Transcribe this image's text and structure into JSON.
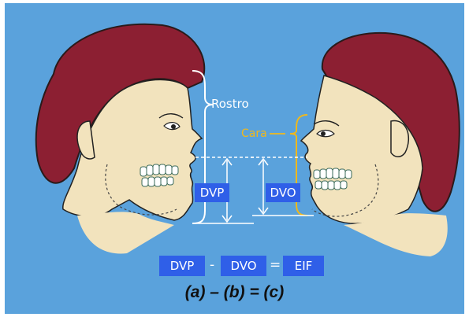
{
  "labels": {
    "rostro": "Rostro",
    "cara": "Cara",
    "dvp_measure": "DVP",
    "dvo_measure": "DVO"
  },
  "equation": {
    "term1": "DVP",
    "minus": "-",
    "term2": "DVO",
    "equals": "=",
    "result": "EIF",
    "formula": "(a) – (b) = (c)"
  },
  "colors": {
    "background": "#5aa2dc",
    "hair": "#8c1f32",
    "skin": "#f2e3bd",
    "label_box": "#2f5fe8",
    "cara_accent": "#f0b81c"
  }
}
